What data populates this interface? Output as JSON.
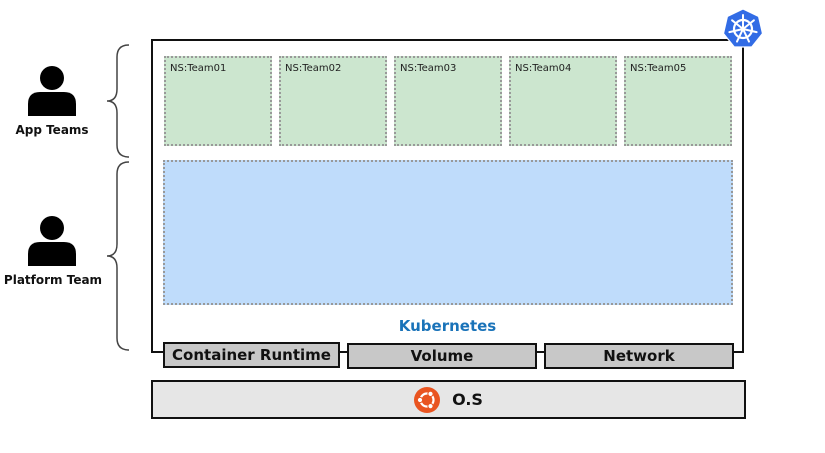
{
  "roles": {
    "app_teams": "App Teams",
    "platform_team": "Platform Team"
  },
  "namespaces": [
    "NS:Team01",
    "NS:Team02",
    "NS:Team03",
    "NS:Team04",
    "NS:Team05"
  ],
  "kubernetes_label": "Kubernetes",
  "layers": {
    "container_runtime": "Container Runtime",
    "volume": "Volume",
    "network": "Network"
  },
  "os_label": "O.S",
  "colors": {
    "namespace_fill": "#cce6cf",
    "platform_fill": "#bfdcfb",
    "kubernetes_blue": "#326ce5",
    "kubernetes_text": "#1a73b9",
    "ubuntu_orange": "#e95420",
    "layer_fill": "#c8c8c8",
    "os_fill": "#e6e6e6"
  },
  "icons": {
    "person": "person-icon",
    "brace": "curly-brace-icon",
    "kubernetes": "kubernetes-icon",
    "ubuntu": "ubuntu-icon"
  }
}
